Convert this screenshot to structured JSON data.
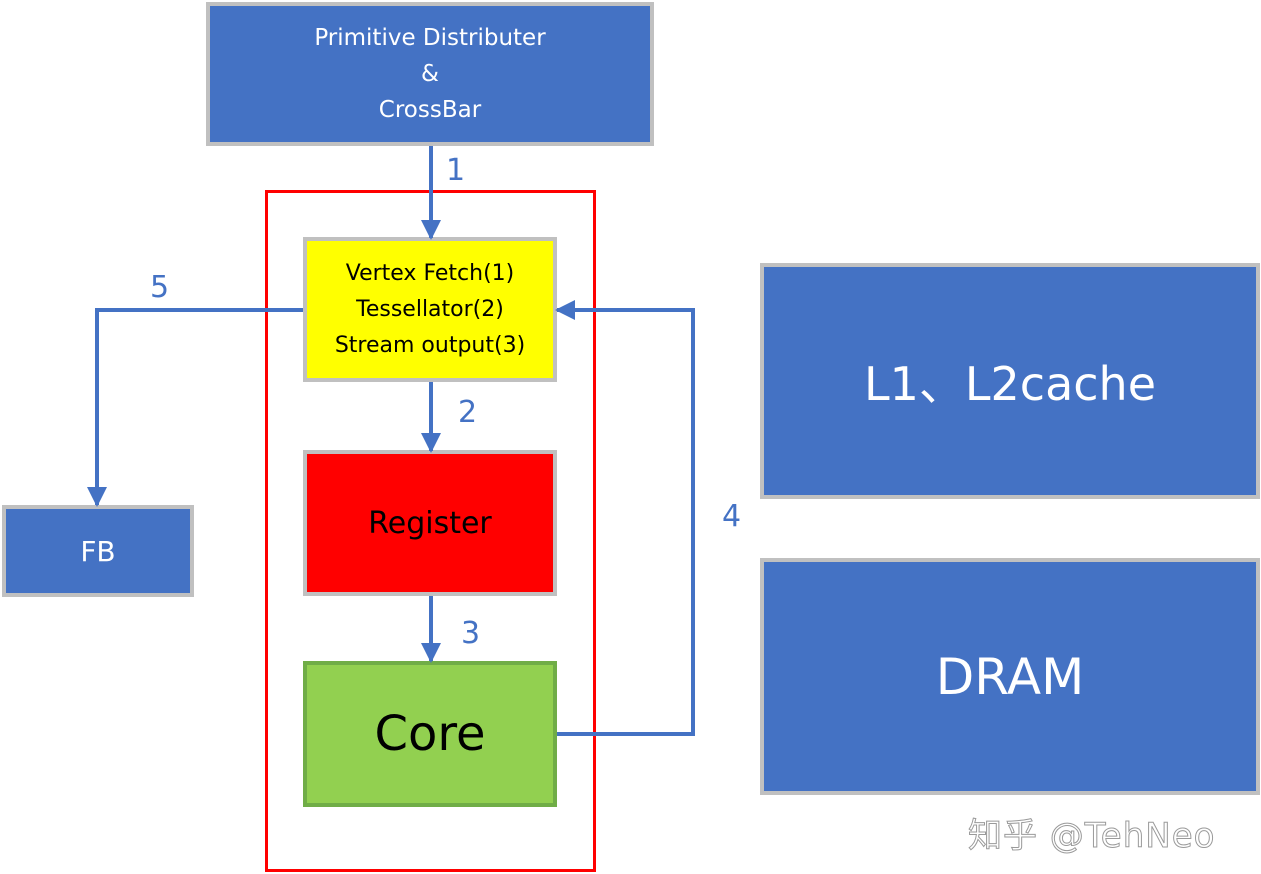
{
  "nodes": {
    "primitive": [
      "Primitive Distributer",
      "&",
      "CrossBar"
    ],
    "fetch": [
      "Vertex Fetch(1)",
      "Tessellator(2)",
      "Stream output(3)"
    ],
    "register": "Register",
    "core": "Core",
    "fb": "FB",
    "cache": "L1、L2cache",
    "dram": "DRAM"
  },
  "edges": [
    {
      "label": "1",
      "from": "primitive",
      "to": "fetch"
    },
    {
      "label": "2",
      "from": "fetch",
      "to": "register"
    },
    {
      "label": "3",
      "from": "register",
      "to": "core"
    },
    {
      "label": "4",
      "from": "core",
      "to": "fetch"
    },
    {
      "label": "5",
      "from": "fetch",
      "to": "fb"
    }
  ],
  "watermark": "知乎 @TehNeo",
  "colors": {
    "box_blue": "#4472c4",
    "box_border": "#c0c0c0",
    "fetch_fill": "#ffff00",
    "register_fill": "#ff0000",
    "core_fill": "#92d050",
    "frame": "#ff0000",
    "arrow": "#4472c4"
  }
}
